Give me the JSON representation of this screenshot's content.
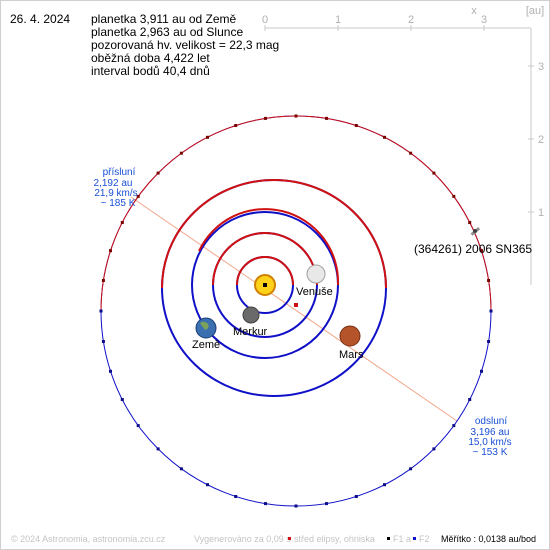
{
  "date": "26. 4. 2024",
  "info": [
    "planetka 3,911 au od Země",
    "planetka 2,963 au od Slunce",
    "pozorovaná hv. velikost = 22,3 mag",
    "oběžná doba 4,422 let",
    "interval bodů 40,4 dnů"
  ],
  "axes": {
    "x_ticks": [
      "0",
      "1",
      "2",
      "3"
    ],
    "y_ticks": [
      "3",
      "2",
      "1"
    ],
    "x_label": "x",
    "unit": "[au]"
  },
  "asteroid_name": "(364261) 2006 SN365",
  "planets": [
    "Venuše",
    "Merkur",
    "Země",
    "Mars"
  ],
  "perihelion": {
    "title": "přísluní",
    "lines": [
      "2,192 au",
      "21,9 km/s",
      "~ 185 K"
    ]
  },
  "aphelion": {
    "title": "odsluní",
    "lines": [
      "3,196 au",
      "15,0 km/s",
      "~ 153 K"
    ]
  },
  "footer": {
    "copyright": "© 2024 Astronomia, astronomia.zcu.cz",
    "generated": "Vygenerováno za 0,09 s",
    "legend_center": "střed elipsy, ohniska",
    "legend_f1": "F1 a",
    "legend_f2": "F2",
    "scale": "Měřítko : 0,0138 au/bod"
  },
  "colors": {
    "orbit_red": "#d01010",
    "orbit_blue": "#1010c8",
    "label_blue": "#1a4fd6",
    "axis_gray": "#c0c0c0"
  }
}
